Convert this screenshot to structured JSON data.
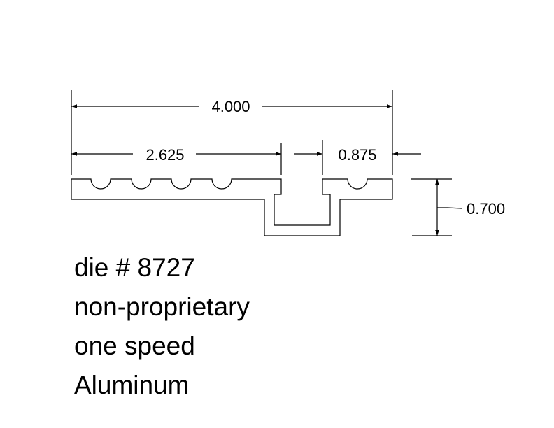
{
  "dimensions": {
    "overall_width": "4.000",
    "left_width": "2.625",
    "right_width": "0.875",
    "height": "0.700"
  },
  "notes": [
    "die # 8727",
    "non-proprietary",
    "one speed",
    "Aluminum"
  ]
}
